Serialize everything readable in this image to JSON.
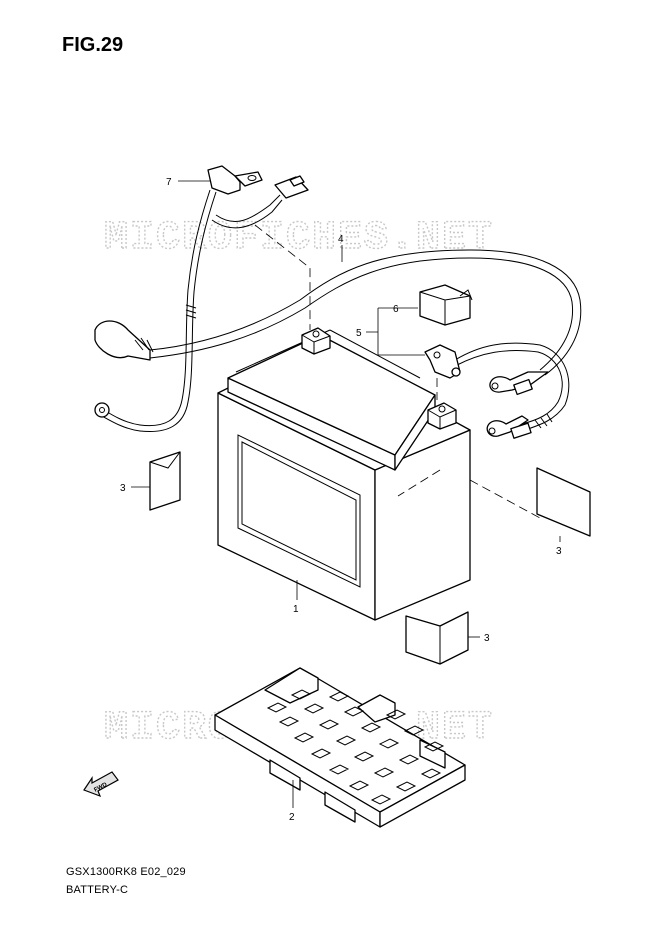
{
  "header": {
    "figure_title": "FIG.29"
  },
  "watermark": {
    "text": "MICROFICHES.NET"
  },
  "callouts": [
    {
      "id": "c7",
      "label": "7"
    },
    {
      "id": "c4",
      "label": "4"
    },
    {
      "id": "c6",
      "label": "6"
    },
    {
      "id": "c5",
      "label": "5"
    },
    {
      "id": "c3a",
      "label": "3"
    },
    {
      "id": "c3b",
      "label": "3"
    },
    {
      "id": "c3c",
      "label": "3"
    },
    {
      "id": "c1",
      "label": "1"
    },
    {
      "id": "c2",
      "label": "2"
    }
  ],
  "direction_marker": {
    "text": "FWD"
  },
  "footer": {
    "model_code": "GSX1300RK8 E02_029",
    "section": "BATTERY-C"
  }
}
